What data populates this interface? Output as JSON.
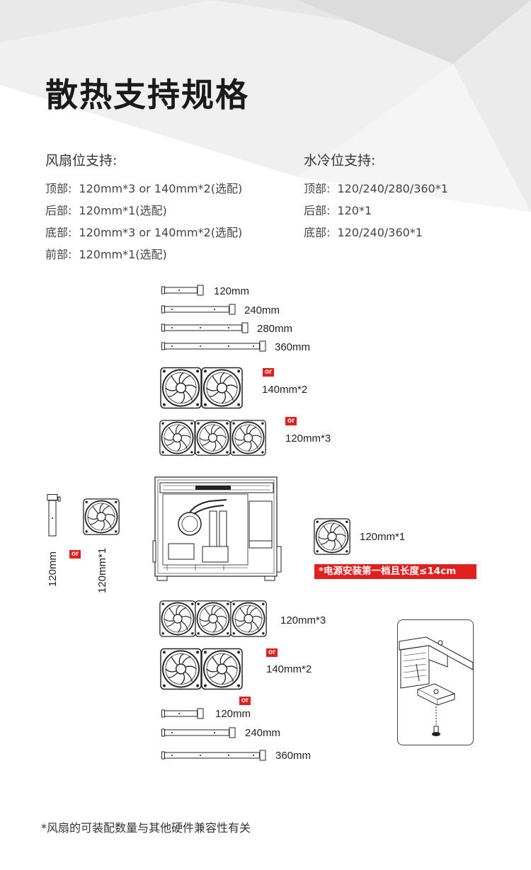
{
  "title": "散热支持规格",
  "fan_support": {
    "heading": "风扇位支持:",
    "rows": [
      {
        "key": "顶部:",
        "value": "120mm*3 or 140mm*2(选配)"
      },
      {
        "key": "后部:",
        "value": "120mm*1(选配)"
      },
      {
        "key": "底部:",
        "value": "120mm*3 or 140mm*2(选配)"
      },
      {
        "key": "前部:",
        "value": "120mm*1(选配)"
      }
    ]
  },
  "liquid_support": {
    "heading": "水冷位支持:",
    "rows": [
      {
        "key": "顶部:",
        "value": "120/240/280/360*1"
      },
      {
        "key": "后部:",
        "value": "120*1"
      },
      {
        "key": "底部:",
        "value": "120/240/360*1"
      }
    ]
  },
  "top_diagram": {
    "radiators": [
      "120mm",
      "240mm",
      "280mm",
      "360mm"
    ],
    "or1": "or",
    "fans_a": "140mm*2",
    "or2": "or",
    "fans_b": "120mm*3"
  },
  "left_diagram": {
    "radiator": "120mm",
    "or": "or",
    "fan": "120mm*1"
  },
  "right_diagram": {
    "fan": "120mm*1",
    "warning": "*电源安装第一档且长度≤14cm"
  },
  "bottom_diagram": {
    "fans_a": "120mm*3",
    "or1": "or",
    "fans_b": "140mm*2",
    "or2": "or",
    "radiators": [
      "120mm",
      "240mm",
      "360mm"
    ]
  },
  "footnote": "*风扇的可装配数量与其他硬件兼容性有关",
  "colors": {
    "accent": "#e0201f",
    "text": "#222222"
  }
}
